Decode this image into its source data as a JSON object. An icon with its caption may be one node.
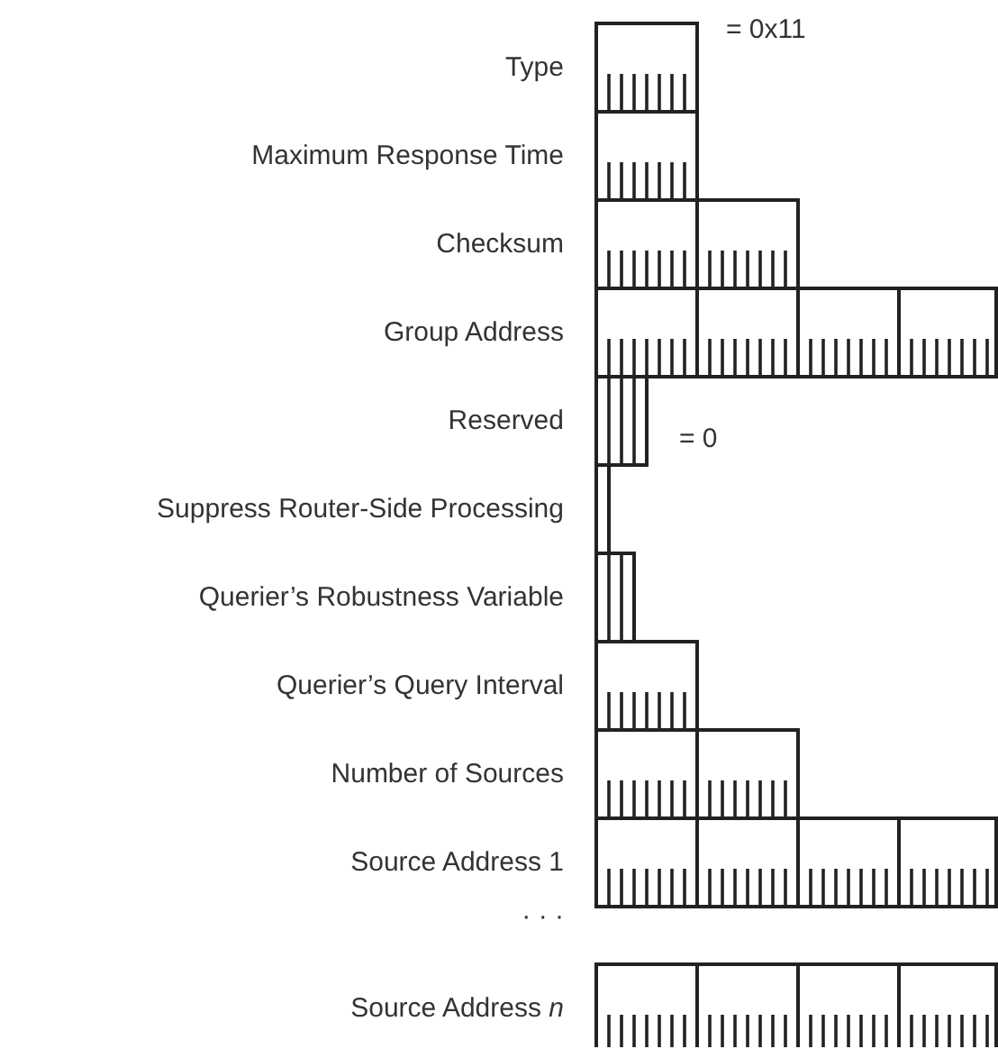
{
  "diagram": {
    "labels": [
      "Type",
      "= 0x11",
      "Maximum Response Time",
      "Checksum",
      "Group Address",
      "Reserved",
      "= 0",
      "Suppress Router-Side Processing",
      "Querier’s Robustness Variable",
      "Querier’s Query Interval",
      "Number of Sources",
      "Source Address 1",
      "· · ·",
      "Source Address *n*"
    ]
  }
}
